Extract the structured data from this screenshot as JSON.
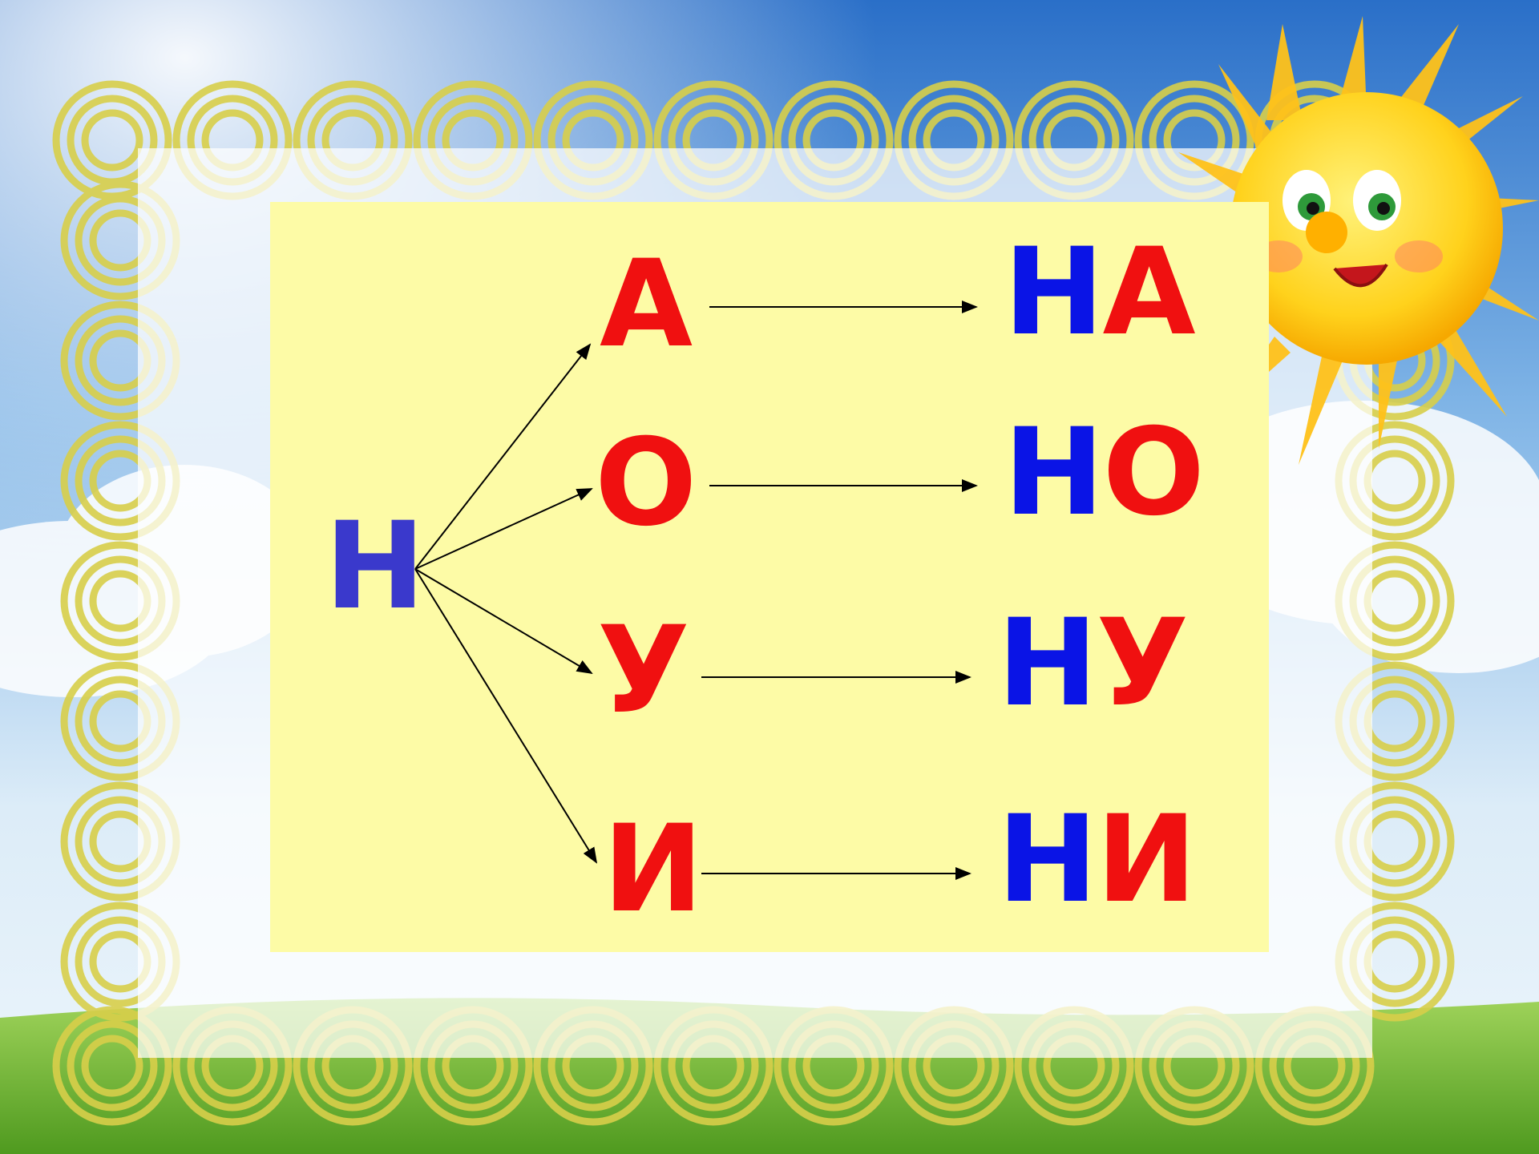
{
  "colors": {
    "consonant": "#0a14e6",
    "vowel": "#f01010",
    "root": "#3a39cc",
    "board": "#fdfba6"
  },
  "root_letter": "Н",
  "vowels": [
    "А",
    "О",
    "У",
    "И"
  ],
  "syllables": [
    {
      "consonant": "Н",
      "vowel": "А"
    },
    {
      "consonant": "Н",
      "vowel": "О"
    },
    {
      "consonant": "Н",
      "vowel": "У"
    },
    {
      "consonant": "Н",
      "vowel": "И"
    }
  ]
}
